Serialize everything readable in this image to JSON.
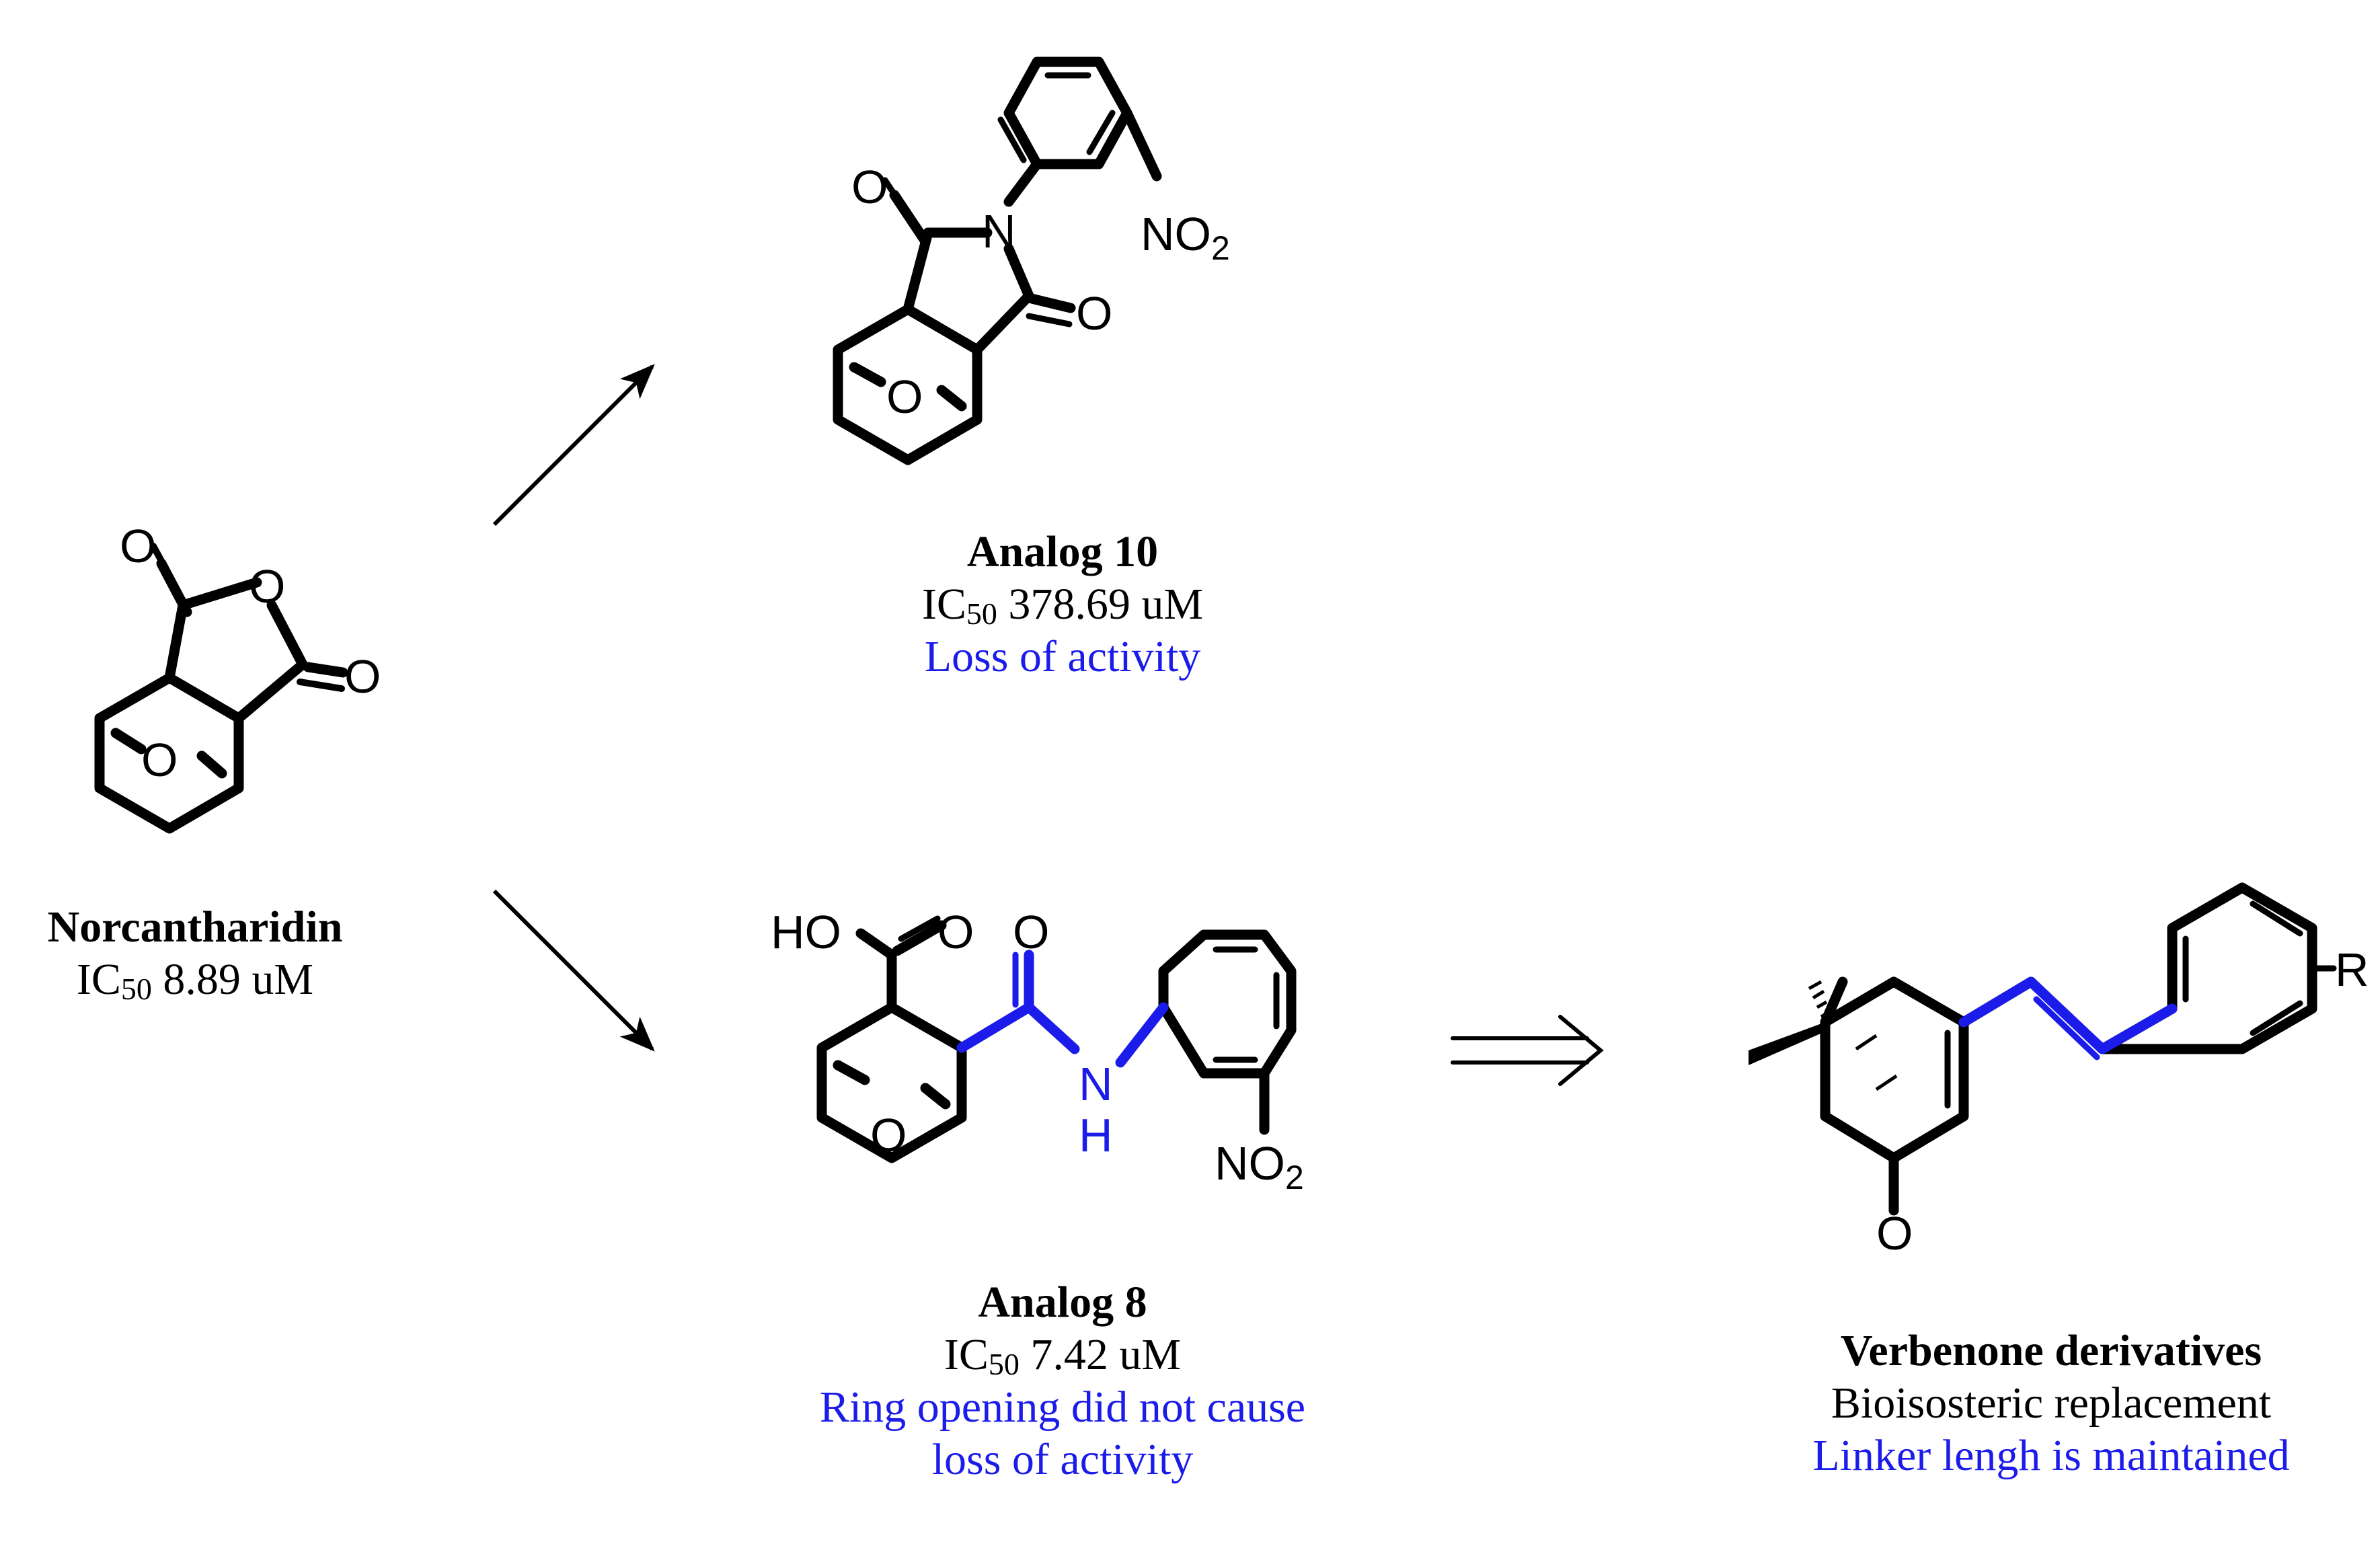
{
  "colors": {
    "bond": "#000000",
    "highlight": "#1b1bea",
    "text": "#000000"
  },
  "atoms": {
    "oxygen": "O",
    "nitrogen": "N",
    "amide_h": "H",
    "nitro_n": "NO",
    "nitro_sub": "2",
    "hydroxyl": "HO",
    "substituent_r": "R"
  },
  "compounds": {
    "norcantharidin": {
      "name": "Norcantharidin",
      "ic_label": "IC",
      "ic_sub": "50",
      "ic_value": " 8.89 uM"
    },
    "analog10": {
      "name": "Analog 10",
      "ic_label": "IC",
      "ic_sub": "50",
      "ic_value": " 378.69 uM",
      "note": "Loss of activity"
    },
    "analog8": {
      "name": "Analog 8",
      "ic_label": "IC",
      "ic_sub": "50",
      "ic_value": " 7.42 uM",
      "note_line1": "Ring opening did not cause",
      "note_line2": "loss of activity"
    },
    "verbenone": {
      "name": "Verbenone derivatives",
      "line1": "Bioisosteric replacement",
      "note": "Linker lengh is maintained"
    }
  },
  "arrows": [
    {
      "id": "to-analog10",
      "style": "reaction-arrow"
    },
    {
      "id": "to-analog8",
      "style": "reaction-arrow"
    },
    {
      "id": "to-verbenone",
      "style": "retrosynthetic-arrow"
    }
  ]
}
